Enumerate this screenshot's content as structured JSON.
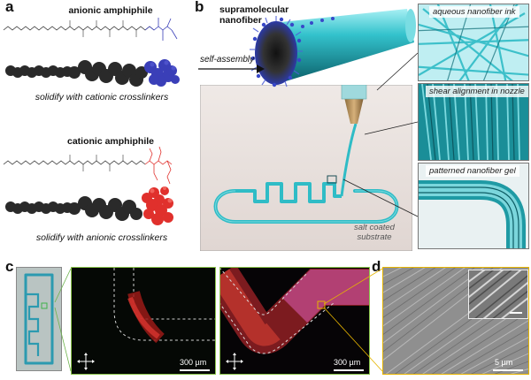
{
  "panel_a": {
    "label": "a",
    "anionic_title": "anionic amphiphile",
    "anionic_caption": "solidify with cationic crosslinkers",
    "cationic_title": "cationic amphiphile",
    "cationic_caption": "solidify with anionic crosslinkers",
    "colors": {
      "anionic": "#3a3fb8",
      "cationic": "#e0302c",
      "backbone": "#2b2b2b"
    }
  },
  "panel_b": {
    "label": "b",
    "nanofiber_title": "supramolecular\nnanofiber",
    "arrow_label": "self-assembly",
    "substrate_label": "salt coated\nsubstrate",
    "insets": [
      {
        "caption": "aqueous nanofiber ink"
      },
      {
        "caption": "shear alignment in nozzle"
      },
      {
        "caption": "patterned nanofiber gel"
      }
    ],
    "colors": {
      "fiber": "#22b5c0",
      "fiber_dark": "#0e6e78"
    }
  },
  "panel_c": {
    "label": "c",
    "scale_1": "300 µm",
    "scale_2": "300 µm"
  },
  "panel_d": {
    "label": "d",
    "scale": "5 µm"
  }
}
